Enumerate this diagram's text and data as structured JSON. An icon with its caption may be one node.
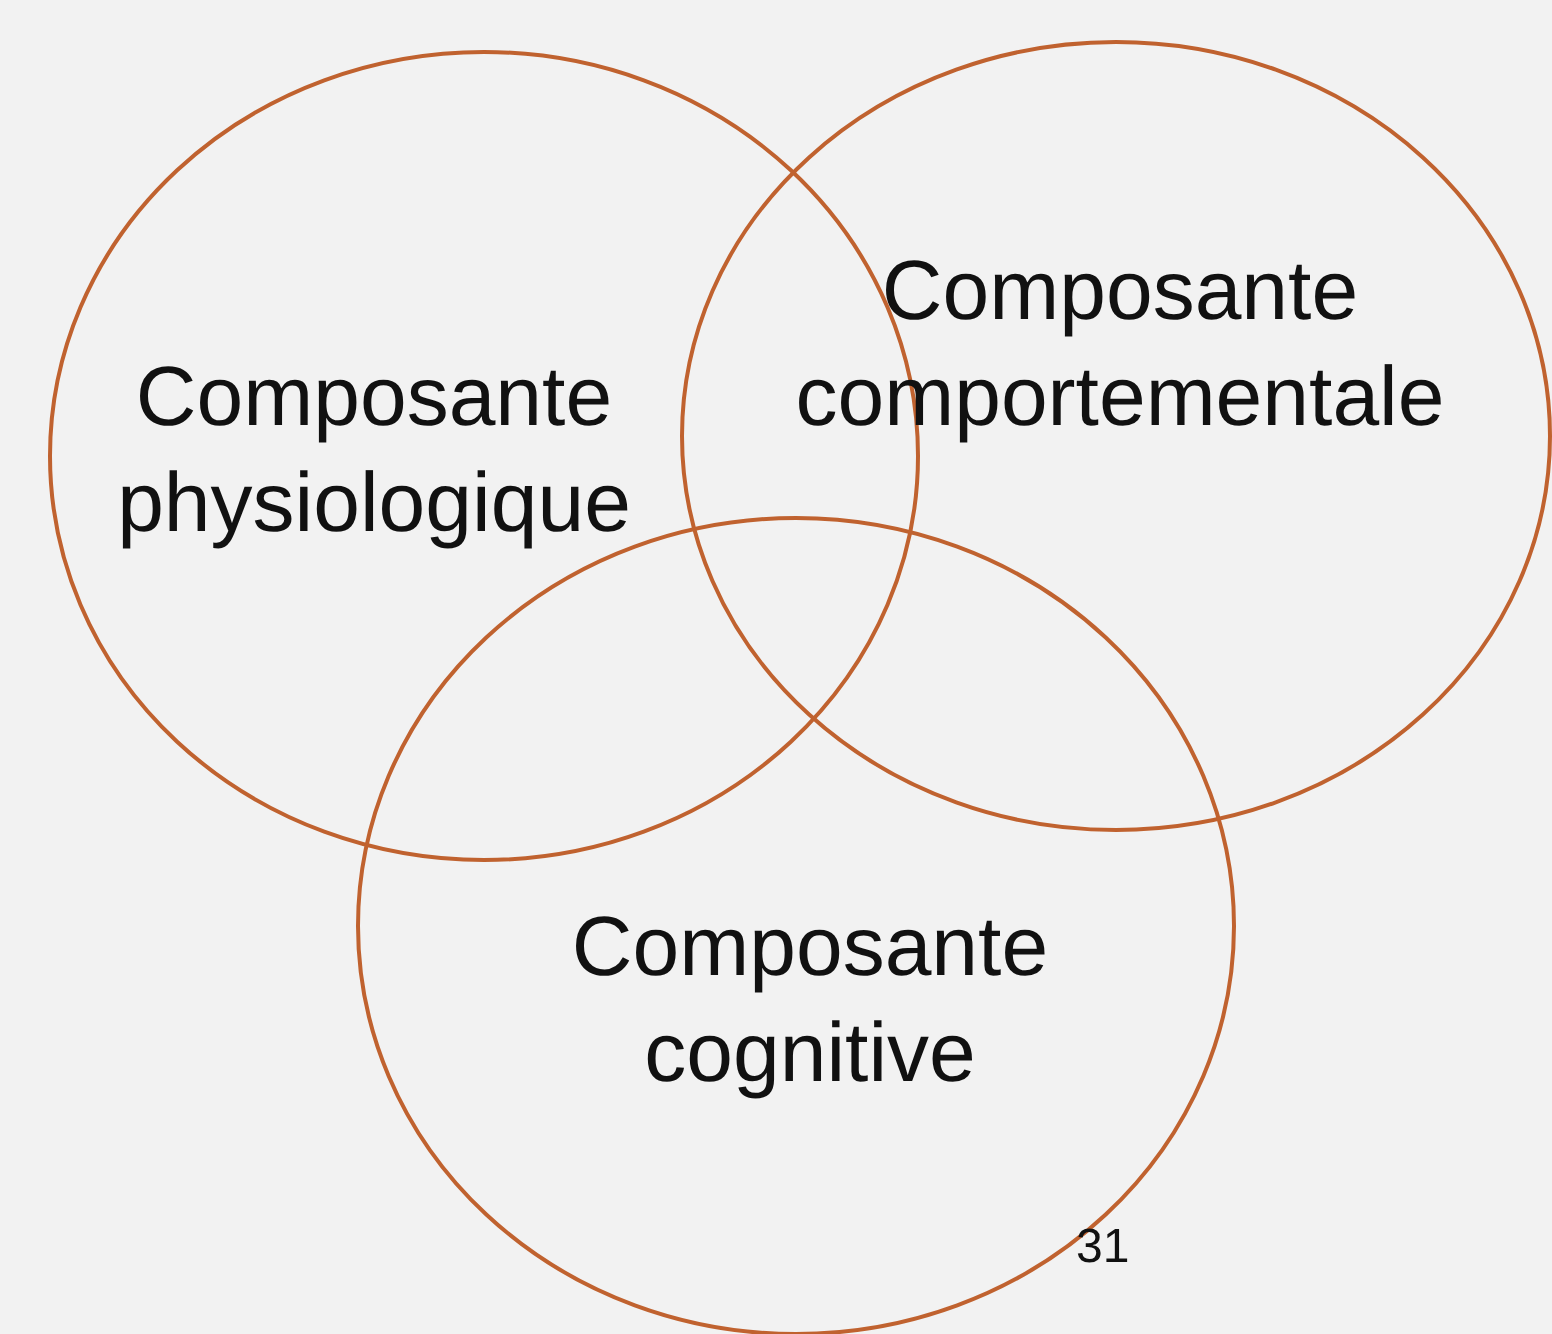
{
  "diagram": {
    "nodes": [
      {
        "text": [
          "Composante physiologique"
        ]
      },
      {
        "text": [
          "Composante comportementale"
        ]
      },
      {
        "text": [
          "Composante cognitive"
        ]
      }
    ],
    "labels": [
      "31"
    ]
  }
}
